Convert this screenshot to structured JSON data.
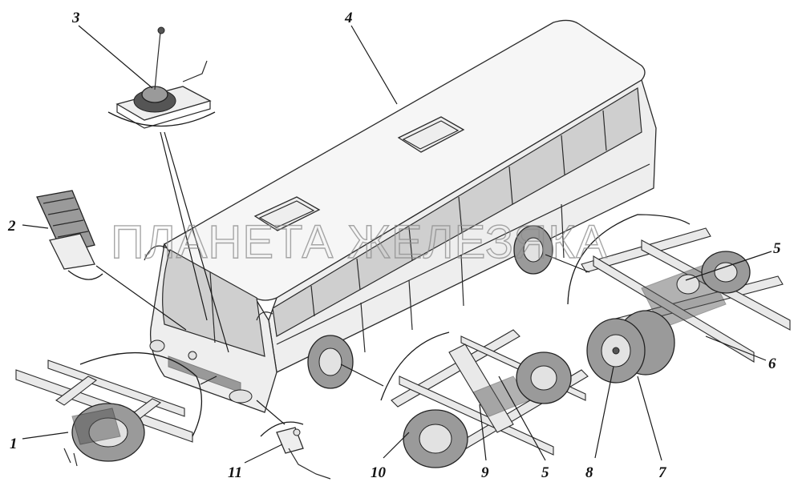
{
  "watermark": "ПЛАНЕТА ЖЕЛЕЗЯКА",
  "callouts": {
    "c1": "1",
    "c2": "2",
    "c3": "3",
    "c4": "4",
    "c5a": "5",
    "c5b": "5",
    "c6": "6",
    "c7": "7",
    "c8": "8",
    "c9": "9",
    "c10": "10",
    "c11": "11"
  },
  "colors": {
    "ink": "#2b2b2b",
    "body": "#eeeeee",
    "glass": "#cfcfcf",
    "tire": "#9a9a9a"
  }
}
